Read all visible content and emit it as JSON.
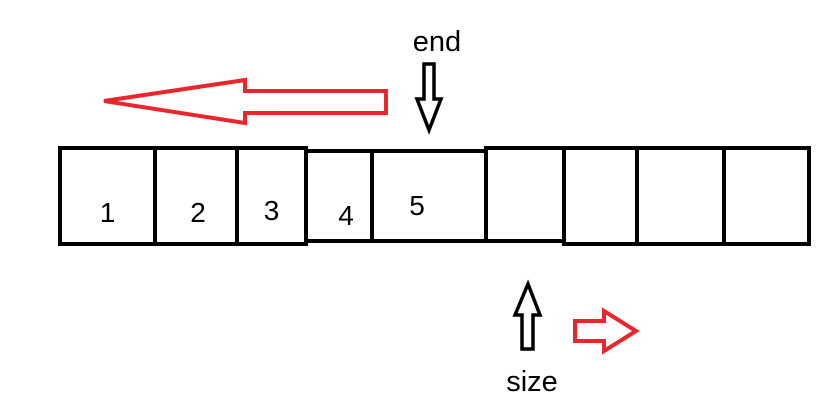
{
  "cells": [
    "1",
    "2",
    "3",
    "4",
    "5",
    "",
    "",
    "",
    ""
  ],
  "end_label": "end",
  "size_label": "size",
  "colors": {
    "stroke": "#000000",
    "arrow_red": "#e8262c",
    "background": "#ffffff"
  },
  "icons": {
    "end_pointer": "down-arrow-icon",
    "size_pointer": "up-arrow-icon",
    "shift_left": "left-arrow-icon",
    "shift_right": "right-arrow-icon"
  }
}
